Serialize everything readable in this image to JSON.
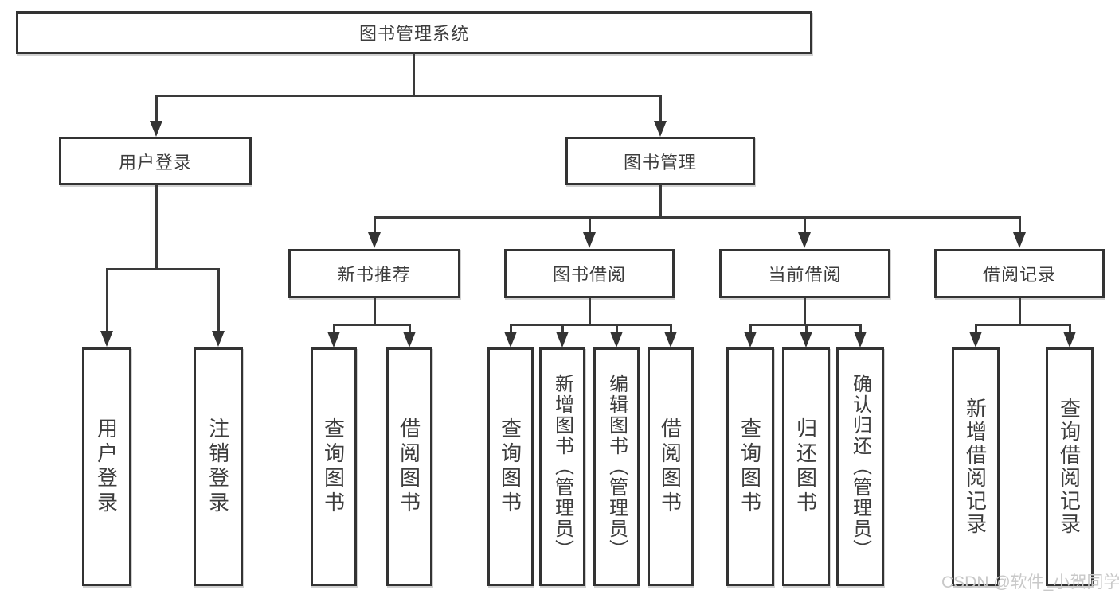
{
  "diagram": {
    "title": "图书管理系统",
    "level2": {
      "user_login": "用户登录",
      "book_management": "图书管理"
    },
    "level3": {
      "new_book_recommend": "新书推荐",
      "book_borrow": "图书借阅",
      "current_borrow": "当前借阅",
      "borrow_record": "借阅记录"
    },
    "leaves": {
      "user_login": [
        "用户登录",
        "注销登录"
      ],
      "new_book_recommend": [
        "查询图书",
        "借阅图书"
      ],
      "book_borrow": [
        "查询图书",
        "新增图书（管理员）",
        "编辑图书（管理员）",
        "借阅图书"
      ],
      "current_borrow": [
        "查询图书",
        "归还图书",
        "确认归还（管理员）"
      ],
      "borrow_record": [
        "新增借阅记录",
        "查询借阅记录"
      ]
    },
    "watermark": "CSDN @软件_小贺同学",
    "colors": {
      "background": "#ffffff",
      "border": "#333333",
      "line": "#3a3a3a",
      "text": "#3d3d3d",
      "watermark": "#c8c8c8"
    }
  }
}
